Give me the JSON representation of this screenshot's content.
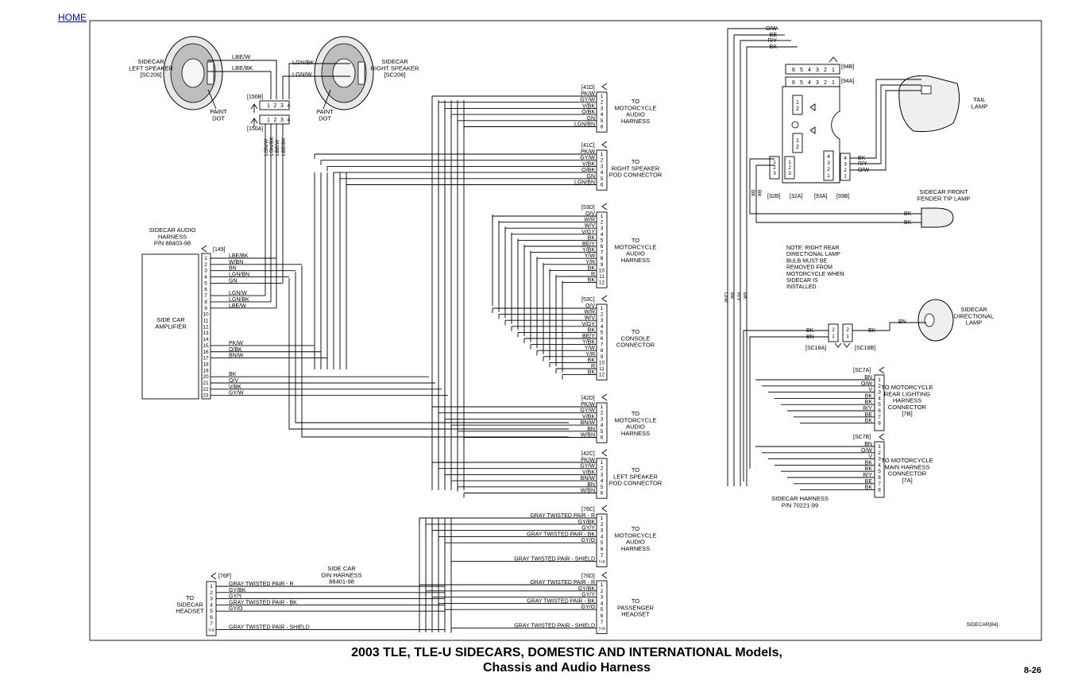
{
  "home": "HOME",
  "title_line1": "2003 TLE, TLE-U SIDECARS, DOMESTIC AND INTERNATIONAL Models,",
  "title_line2": "Chassis and Audio Harness",
  "page_number": "8-26",
  "figure_ref": "SIDECAR[84].",
  "left_speaker": [
    "SIDECAR",
    "LEFT SPEAKER",
    "[SC206]"
  ],
  "right_speaker": [
    "SIDECAR",
    "RIGHT SPEAKER",
    "[SC206]"
  ],
  "paint_dot": [
    "PAINT",
    "DOT"
  ],
  "speaker_wires_left": [
    "LBE/W",
    "LBE/BK"
  ],
  "speaker_wires_right": [
    "LGN/BK",
    "LGN/W"
  ],
  "conn_150b": "[150B]",
  "conn_150a": "[150A]",
  "vertical_wires_150": [
    "LGN/W",
    "LGN/BK",
    "LBE/W",
    "LBE/BK"
  ],
  "amp_harness": [
    "SIDECAR AUDIO",
    "HARNESS",
    "P/N 88403-98"
  ],
  "amp_label": [
    "SIDE CAR",
    "AMPLIFIER"
  ],
  "conn_149": "[149]",
  "amp_pins": [
    "1",
    "2",
    "3",
    "4",
    "5",
    "6",
    "7",
    "8",
    "9",
    "10",
    "11",
    "12",
    "13",
    "14",
    "15",
    "16",
    "17",
    "18",
    "19",
    "20",
    "21",
    "22",
    "23"
  ],
  "amp_wires": [
    "LBE/BK",
    "W/BN",
    "BN",
    "LGN/BN",
    "GN",
    "",
    "LGN/W",
    "LGN/BK",
    "LBE/W",
    "",
    "",
    "",
    "",
    "",
    "PK/W",
    "O/BK",
    "BN/W",
    "",
    "",
    "BK",
    "O/V",
    "V/BK",
    "GY/W"
  ],
  "connectors": [
    {
      "ref": "[41D]",
      "pins": [
        "1",
        "2",
        "3",
        "4",
        "5",
        "6"
      ],
      "wires": [
        "PK/W",
        "GY/W",
        "V/BK",
        "O/BK",
        "GN",
        "LGN/BN"
      ],
      "label": [
        "TO",
        "MOTORCYCLE",
        "AUDIO",
        "HARNESS"
      ]
    },
    {
      "ref": "[41C]",
      "pins": [
        "1",
        "2",
        "3",
        "4",
        "5",
        "6"
      ],
      "wires": [
        "PK/W",
        "GY/W",
        "V/BK",
        "O/BK",
        "GN",
        "LGN/BN"
      ],
      "label": [
        "TO",
        "RIGHT SPEAKER",
        "POD CONNECTOR"
      ]
    },
    {
      "ref": "[53D]",
      "pins": [
        "1",
        "2",
        "3",
        "4",
        "5",
        "6",
        "7",
        "8",
        "9",
        "10",
        "11",
        "12"
      ],
      "wires": [
        "O/V",
        "W/R",
        "W/V",
        "V/GY",
        "BK",
        "BE/Y",
        "Y/BK",
        "Y/W",
        "Y/R",
        "BK",
        "R",
        "BK"
      ],
      "label": [
        "TO",
        "MOTORCYCLE",
        "AUDIO",
        "HARNESS"
      ]
    },
    {
      "ref": "[53C]",
      "pins": [
        "1",
        "2",
        "3",
        "4",
        "5",
        "6",
        "7",
        "8",
        "9",
        "10",
        "11",
        "12"
      ],
      "wires": [
        "O/V",
        "W/R",
        "W/V",
        "V/GY",
        "BK",
        "BE/Y",
        "Y/BK",
        "Y/W",
        "Y/R",
        "BK",
        "R",
        "BK"
      ],
      "label": [
        "TO",
        "CONSOLE",
        "CONNECTOR"
      ]
    },
    {
      "ref": "[42D]",
      "pins": [
        "1",
        "2",
        "3",
        "4",
        "5",
        "6"
      ],
      "wires": [
        "PK/W",
        "GY/W",
        "V/BK",
        "BN/W",
        "BN",
        "W/BN"
      ],
      "label": [
        "TO",
        "MOTORCYCLE",
        "AUDIO",
        "HARNESS"
      ]
    },
    {
      "ref": "[42C]",
      "pins": [
        "1",
        "2",
        "3",
        "4",
        "5",
        "6"
      ],
      "wires": [
        "PK/W",
        "GY/W",
        "V/BK",
        "BN/W",
        "BN",
        "W/BN"
      ],
      "label": [
        "TO",
        "LEFT SPEAKER",
        "POD CONNECTOR"
      ]
    },
    {
      "ref": "[76C]",
      "pins": [
        "1",
        "2",
        "3",
        "4",
        "5",
        "6",
        "7",
        "TAB"
      ],
      "wires": [
        "GRAY TWISTED PAIR - R",
        "GY/BK",
        "GY/Y",
        "GRAY TWISTED PAIR - BK",
        "GY/O",
        "",
        "",
        "GRAY TWISTED PAIR - SHIELD"
      ],
      "label": [
        "TO",
        "MOTORCYCLE",
        "AUDIO",
        "HARNESS"
      ]
    },
    {
      "ref": "[76D]",
      "pins": [
        "1",
        "2",
        "3",
        "4",
        "5",
        "6",
        "7",
        "TAB"
      ],
      "wires": [
        "GRAY TWISTED PAIR - R",
        "GY/BK",
        "GY/Y",
        "GRAY TWISTED PAIR - BK",
        "GY/O",
        "",
        "",
        "GRAY TWISTED PAIR - SHIELD"
      ],
      "label": [
        "TO",
        "PASSENGER",
        "HEADSET"
      ]
    }
  ],
  "conn_76f": {
    "ref": "[76F]",
    "pins": [
      "1",
      "2",
      "3",
      "4",
      "5",
      "6",
      "7",
      "TAB"
    ],
    "wires": [
      "GRAY TWISTED PAIR - R",
      "GY/BK",
      "GY/Y",
      "GRAY TWISTED PAIR - BK",
      "GY/O",
      "",
      "",
      "GRAY TWISTED PAIR - SHIELD"
    ]
  },
  "headset_label": [
    "TO",
    "SIDECAR",
    "HEADSET"
  ],
  "din_harness": [
    "SIDE CAR",
    "DIN HARNESS",
    "88401-98"
  ],
  "top_wires": [
    "O/W",
    "BE",
    "R/Y",
    "BK"
  ],
  "conn_94b": {
    "ref": "[94B]",
    "pins": [
      "6",
      "5",
      "4",
      "3",
      "2",
      "1"
    ]
  },
  "conn_94a": {
    "ref": "[94A]",
    "pins": [
      "6",
      "5",
      "4",
      "3",
      "2",
      "1"
    ]
  },
  "tail_lamp": [
    "TAIL",
    "LAMP"
  ],
  "module_pins_a": [
    "1",
    "2"
  ],
  "module_pins_b": [
    "1",
    "2"
  ],
  "conn_32b": {
    "ref": "[32B]",
    "pins": [
      "1",
      "2",
      "3"
    ]
  },
  "conn_32a": {
    "ref": "[32A]",
    "pins": [
      "1",
      "2",
      "3"
    ]
  },
  "conn_93a": {
    "ref": "[93A]",
    "pins": [
      "4",
      "3",
      "2",
      "1"
    ]
  },
  "conn_93b": {
    "ref": "[93B]",
    "pins": [
      "4",
      "3",
      "2",
      "1"
    ]
  },
  "tail_wires": [
    "BK",
    "R/Y",
    "O/W"
  ],
  "bk_vert": [
    "BK",
    "BK"
  ],
  "fender_lamp": [
    "SIDECAR FRONT",
    "FENDER TIP LAMP"
  ],
  "fender_wires": [
    "BK",
    "BK"
  ],
  "note": [
    "NOTE: RIGHT REAR",
    "DIRECTIONAL LAMP",
    "BULB MUST BE",
    "REMOVED FROM",
    "MOTORCYCLE WHEN",
    "SIDECAR IS",
    "INSTALLED"
  ],
  "left_vert_wires": [
    "O/W",
    "BE",
    "R/Y",
    "BK"
  ],
  "dir_lamp": [
    "SIDECAR",
    "DIRECTIONAL",
    "LAMP"
  ],
  "sc18_wires": [
    "BK",
    "BN"
  ],
  "sc18_out": [
    "BK",
    "BN"
  ],
  "conn_sc18a": {
    "ref": "[SC18A]",
    "pins": [
      "2",
      "1"
    ]
  },
  "conn_sc18b": {
    "ref": "[SC18B]",
    "pins": [
      "2",
      "1"
    ]
  },
  "conn_sc7a": {
    "ref": "[SC7A]",
    "pins": [
      "1",
      "2",
      "3",
      "4",
      "5",
      "6",
      "7",
      "8"
    ],
    "wires": [
      "BN",
      "O/W",
      "V",
      "BK",
      "BK",
      "R/Y",
      "BE",
      "BK"
    ],
    "label": [
      "TO MOTORCYCLE",
      "REAR LIGHTING",
      "HARNESS",
      "CONNECTOR",
      "[7B]"
    ]
  },
  "conn_sc7b": {
    "ref": "[SC7B]",
    "pins": [
      "1",
      "2",
      "3",
      "4",
      "5",
      "6",
      "7",
      "8"
    ],
    "wires": [
      "BN",
      "O/W",
      "V",
      "BK",
      "BK",
      "R/Y",
      "BE",
      "BK"
    ],
    "label": [
      "TO MOTORCYCLE",
      "MAIN HARNESS",
      "CONNECTOR",
      "[7A]"
    ]
  },
  "sidecar_harness": [
    "SIDECAR HARNESS",
    "P/N 70221-99"
  ]
}
